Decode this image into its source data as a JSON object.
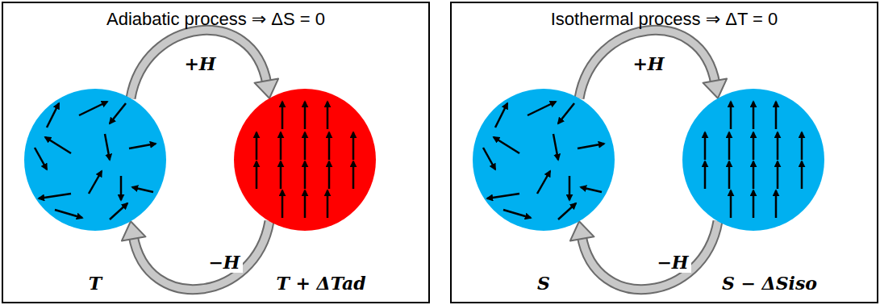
{
  "diagram": {
    "nodes": [
      {
        "text": [
          "Adiabatic process ⇒ ΔS = 0"
        ]
      },
      {
        "text": [
          "T"
        ],
        "in": 0
      },
      {
        "text": [
          "T + ΔTad"
        ],
        "in": 0
      },
      {
        "text": [
          "Isothermal process ⇒ ΔT = 0"
        ]
      },
      {
        "text": [
          "S"
        ],
        "in": 3
      },
      {
        "text": [
          "S − ΔSiso"
        ],
        "in": 3
      }
    ],
    "edges": [
      {
        "from": 1,
        "to": 2,
        "arrow": "to",
        "label": "+H"
      },
      {
        "from": 2,
        "to": 1,
        "arrow": "to",
        "label": "−H"
      },
      {
        "from": 4,
        "to": 5,
        "arrow": "to",
        "label": "+H"
      },
      {
        "from": 5,
        "to": 4,
        "arrow": "to",
        "label": "−H"
      }
    ]
  }
}
